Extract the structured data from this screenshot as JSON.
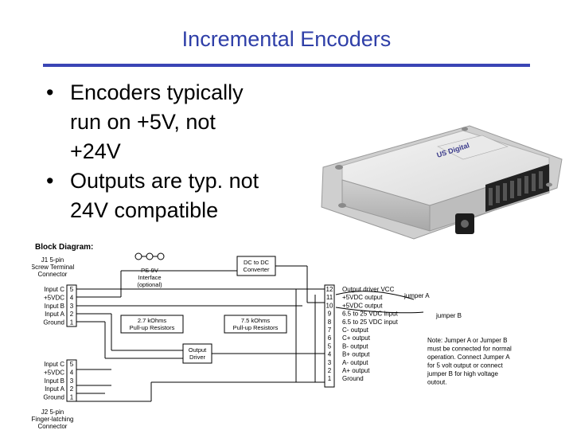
{
  "slide": {
    "title": "Incremental Encoders",
    "bullets": [
      {
        "first": "Encoders typically",
        "rest": [
          "run on +5V, not",
          "+24V"
        ]
      },
      {
        "first": "Outputs are typ. not",
        "rest": [
          "24V compatible"
        ]
      }
    ]
  },
  "photo": {
    "brand": "US Digital"
  },
  "diagram": {
    "heading": "Block Diagram:",
    "j1": {
      "line1": "J1 5-pin",
      "line2": "Screw Terminal",
      "line3": "Connector"
    },
    "j2": {
      "line1": "J2 5-pin",
      "line2": "Finger-latching",
      "line3": "Connector"
    },
    "ps9v": {
      "line1": "PS-9V",
      "line2": "Interface",
      "line3": "(optional)"
    },
    "dcdc": {
      "line1": "DC to DC",
      "line2": "Converter"
    },
    "pullup_27": {
      "line1": "2.7 kOhms",
      "line2": "Pull-up Resistors"
    },
    "pullup_75": {
      "line1": "7.5 kOhms",
      "line2": "Pull-up Resistors"
    },
    "output_driver": {
      "line1": "Output",
      "line2": "Driver"
    },
    "left_pins_top": [
      {
        "label": "Input C",
        "num": "5"
      },
      {
        "label": "+5VDC",
        "num": "4"
      },
      {
        "label": "Input B",
        "num": "3"
      },
      {
        "label": "Input A",
        "num": "2"
      },
      {
        "label": "Ground",
        "num": "1"
      }
    ],
    "left_pins_bottom": [
      {
        "label": "Input C",
        "num": "5"
      },
      {
        "label": "+5VDC",
        "num": "4"
      },
      {
        "label": "Input B",
        "num": "3"
      },
      {
        "label": "Input A",
        "num": "2"
      },
      {
        "label": "Ground",
        "num": "1"
      }
    ],
    "right_pins": [
      {
        "num": "12",
        "label": "Output driver VCC"
      },
      {
        "num": "11",
        "label": "+5VDC output"
      },
      {
        "num": "10",
        "label": "+5VDC output"
      },
      {
        "num": "9",
        "label": "6.5 to 25 VDC input"
      },
      {
        "num": "8",
        "label": "6.5 to 25 VDC input"
      },
      {
        "num": "7",
        "label": "C- output"
      },
      {
        "num": "6",
        "label": "C+ output"
      },
      {
        "num": "5",
        "label": "B- output"
      },
      {
        "num": "4",
        "label": "B+ output"
      },
      {
        "num": "3",
        "label": "A- output"
      },
      {
        "num": "2",
        "label": "A+ output"
      },
      {
        "num": "1",
        "label": "Ground"
      }
    ],
    "jumper_a": "jumper A",
    "jumper_b": "jumper B",
    "note_lines": [
      "Note: Jumper A or Jumper B",
      "must be connected for normal",
      "operation. Connect Jumper A",
      "for 5 volt output or connect",
      "jumper B for high voltage",
      "outout."
    ]
  }
}
